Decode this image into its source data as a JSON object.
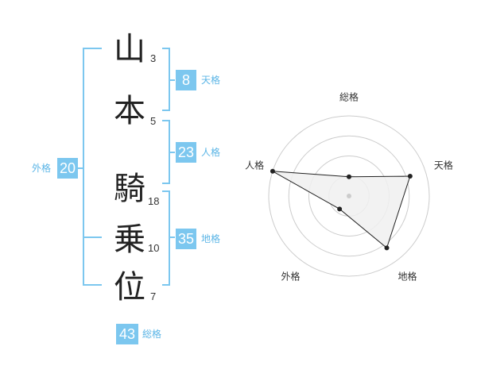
{
  "chars": [
    {
      "char": "山",
      "strokes": "3"
    },
    {
      "char": "本",
      "strokes": "5"
    },
    {
      "char": "騎",
      "strokes": "18"
    },
    {
      "char": "乗",
      "strokes": "10"
    },
    {
      "char": "位",
      "strokes": "7"
    }
  ],
  "kaku": {
    "tenkaku": {
      "value": "8",
      "label": "天格"
    },
    "jinkaku": {
      "value": "23",
      "label": "人格"
    },
    "chikaku": {
      "value": "35",
      "label": "地格"
    },
    "gaikaku": {
      "value": "20",
      "label": "外格"
    },
    "soukaku": {
      "value": "43",
      "label": "総格"
    }
  },
  "chart_data": {
    "type": "radar",
    "axes": [
      "総格",
      "天格",
      "地格",
      "外格",
      "人格"
    ],
    "values": [
      1.2,
      4.0,
      4.0,
      1.0,
      5.0
    ],
    "max": 5,
    "rings": 4,
    "colors": {
      "fill": "#f0f0f0",
      "line": "#222222",
      "grid": "#cccccc",
      "center": "#cccccc"
    }
  }
}
